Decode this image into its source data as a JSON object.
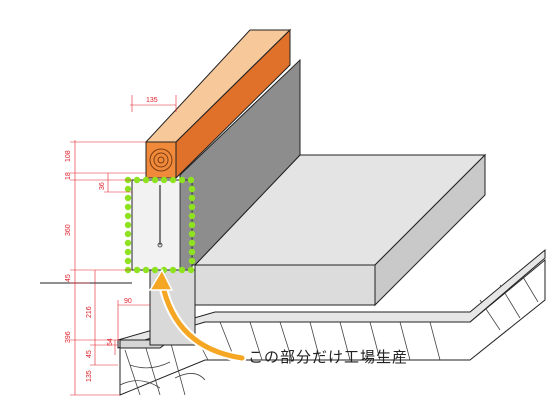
{
  "diagram": {
    "callout_text": "この部分だけ工場生産",
    "colors": {
      "timber": "#f0893a",
      "timber_top": "#f7c89a",
      "timber_side": "#e0712a",
      "concrete_top": "#e4e4e4",
      "concrete_wall": "#8d8d8d",
      "concrete_front": "#d6d6d6",
      "precast": "#cfcfcf",
      "highlight_dots": "#8ee21f",
      "arrow": "#f5a623",
      "dimension": "#e0202a",
      "outline": "#222222"
    },
    "dimensions": {
      "top_width": "135",
      "sill_height": "108",
      "gap_top": "18",
      "precast_top": "36",
      "wall_height": "360",
      "joint": "45",
      "slab": "216",
      "offset": "90",
      "base_total": "396",
      "footing_top": "45",
      "footing_step": "54",
      "footing_bottom": "135"
    }
  }
}
